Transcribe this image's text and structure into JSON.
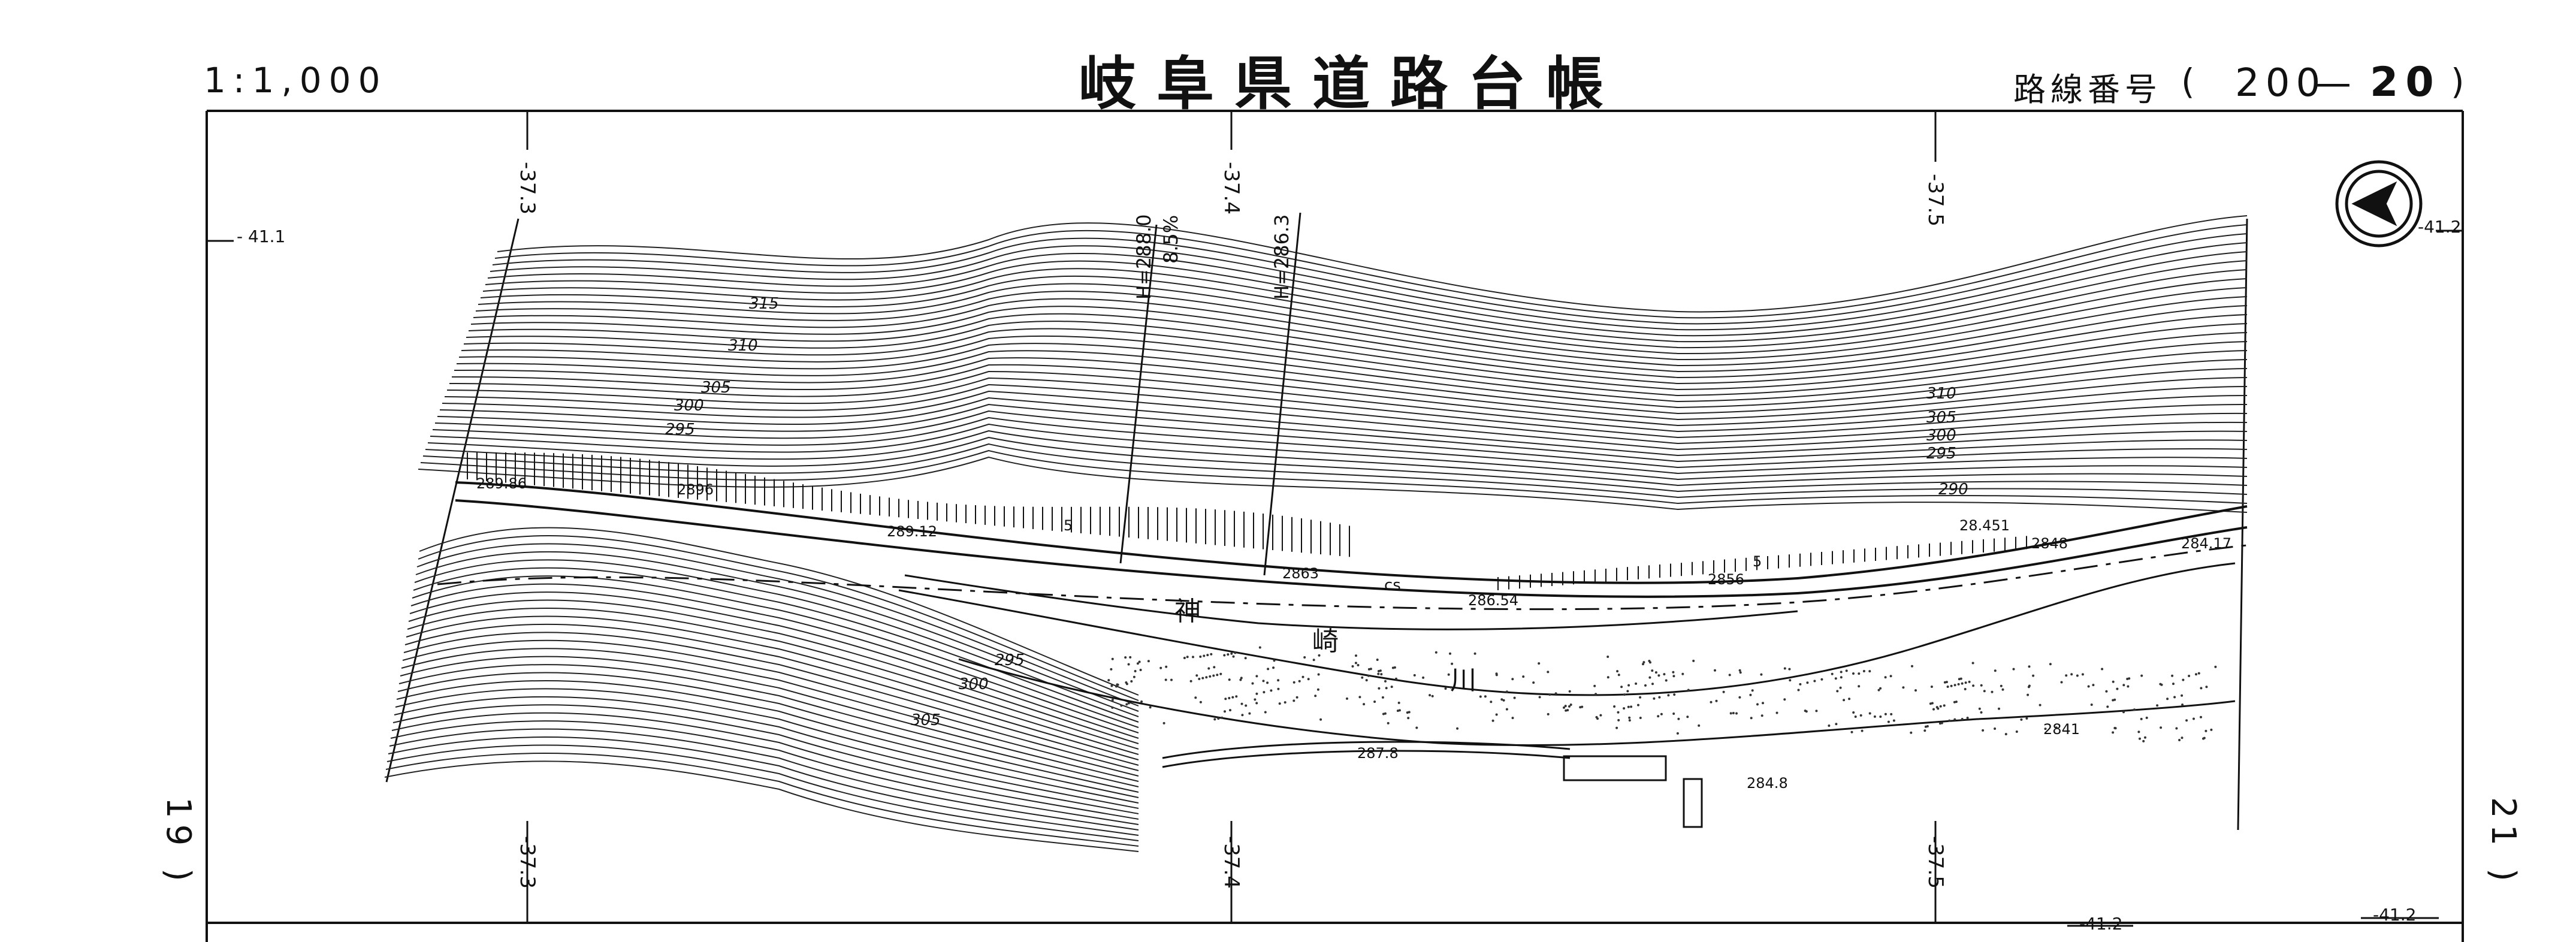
{
  "header": {
    "scale": "1:1,000",
    "title": "岐阜県道路台帳",
    "route_label": "路線番号",
    "route_open": "(",
    "route_number_a": "200",
    "route_dash": "—",
    "route_number_b": "20",
    "route_close": ")"
  },
  "grid": {
    "top_ticks": [
      "-37.3",
      "-37.4",
      "-37.5"
    ],
    "bottom_ticks": [
      "-37.3",
      "-37.4",
      "-37.5"
    ],
    "left_top": "- 41.1",
    "right_top": "-41.2",
    "bottom_right_a": "-41.2",
    "bottom_right_b": "-41.2"
  },
  "sheets": {
    "left": "19 )",
    "right": "21 )"
  },
  "map": {
    "river": [
      "神",
      "崎",
      "川"
    ],
    "contours": [
      "315",
      "310",
      "305",
      "300",
      "295",
      "310",
      "305",
      "300",
      "295",
      "290",
      "295",
      "300",
      "305"
    ],
    "elevations": [
      "289.86",
      "2896",
      "289.12",
      "2863",
      "286.54",
      "2856",
      "28.451",
      "2848",
      "284.17",
      "287.8",
      "284.8",
      "2841"
    ],
    "profile_1": "H=288.0",
    "grade": "8.5%",
    "profile_2": "H=286.3",
    "sta_mark_1": "5",
    "sta_mark_2": "5",
    "cs": "cs"
  },
  "compass": {
    "icon": "north-arrow-icon"
  }
}
